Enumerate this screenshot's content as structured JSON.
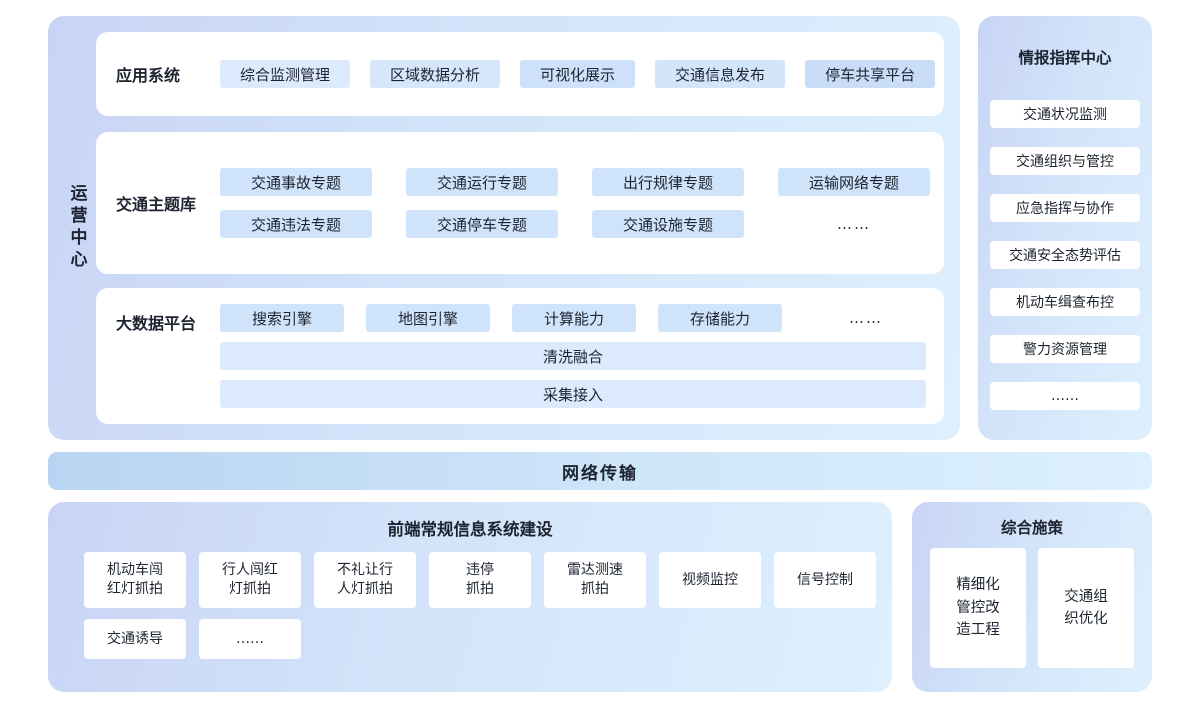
{
  "operation_center": {
    "label": "运营中心",
    "application_systems": {
      "title": "应用系统",
      "items": [
        "综合监测管理",
        "区域数据分析",
        "可视化展示",
        "交通信息发布",
        "停车共享平台"
      ]
    },
    "theme_library": {
      "title": "交通主题库",
      "rows": [
        [
          "交通事故专题",
          "交通运行专题",
          "出行规律专题",
          "运输网络专题"
        ],
        [
          "交通违法专题",
          "交通停车专题",
          "交通设施专题"
        ]
      ],
      "ellipsis": "……"
    },
    "bigdata_platform": {
      "title": "大数据平台",
      "items": [
        "搜索引擎",
        "地图引擎",
        "计算能力",
        "存储能力"
      ],
      "ellipsis": "……",
      "bars": [
        "清洗融合",
        "采集接入"
      ]
    }
  },
  "command_center": {
    "title": "情报指挥中心",
    "items": [
      "交通状况监测",
      "交通组织与管控",
      "应急指挥与协作",
      "交通安全态势评估",
      "机动车缉查布控",
      "警力资源管理",
      "……"
    ]
  },
  "network_transmission": {
    "label": "网络传输"
  },
  "frontend_systems": {
    "title": "前端常规信息系统建设",
    "row1": [
      [
        "机动车闯",
        "红灯抓拍"
      ],
      [
        "行人闯红",
        "灯抓拍"
      ],
      [
        "不礼让行",
        "人灯抓拍"
      ],
      [
        "违停",
        "抓拍"
      ],
      [
        "雷达测速",
        "抓拍"
      ],
      [
        "视频监控"
      ],
      [
        "信号控制"
      ]
    ],
    "row2": [
      [
        "交通诱导"
      ],
      [
        "……"
      ]
    ]
  },
  "comprehensive_measures": {
    "title": "综合施策",
    "items": [
      [
        "精细化",
        "管控改",
        "造工程"
      ],
      [
        "交通组",
        "织优化"
      ]
    ]
  },
  "colors": {
    "panel_gradient": [
      "#c8d4f5",
      "#def0fd"
    ],
    "app_button_colors": [
      "#dde9fc",
      "#d6e6fb",
      "#cde2fa",
      "#d3e5fa",
      "#c9ddf9"
    ],
    "theme_button_color": "#cfe3fa",
    "bigdata_button_color": "#cfe3fa",
    "bigdata_bar_color": "#dbeafc",
    "network_bar_gradient": [
      "#b9d4f2",
      "#dcf0fd"
    ],
    "card_background": "#ffffff",
    "text_color": "#1d2430"
  }
}
